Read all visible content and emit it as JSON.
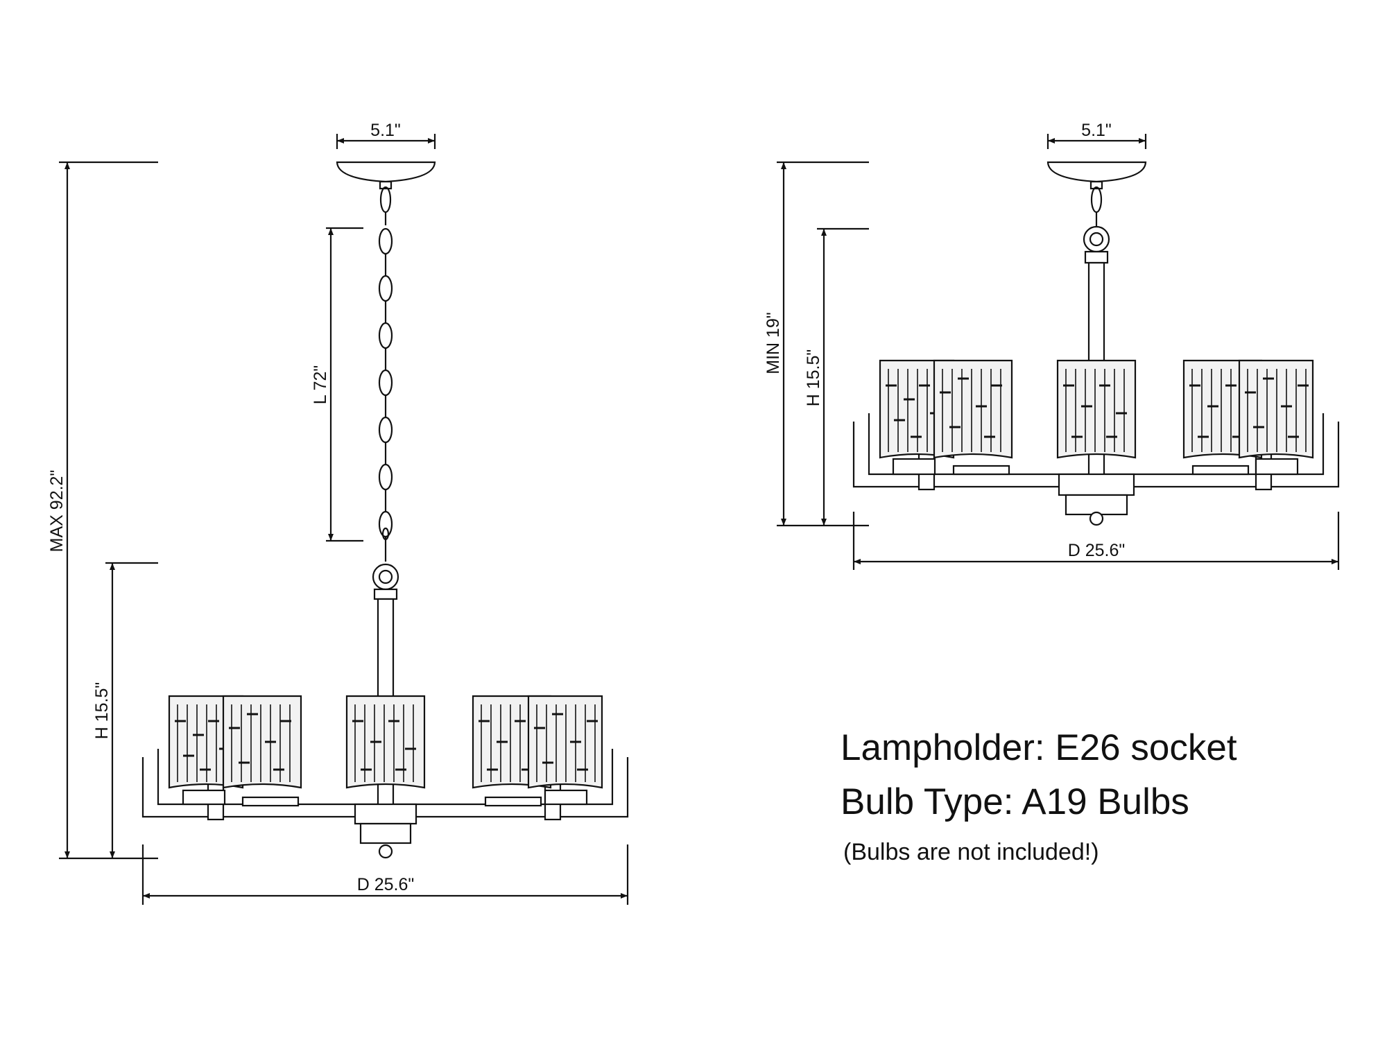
{
  "left_drawing": {
    "canopy_width": "5.1\"",
    "chain_length": "L 72\"",
    "max_height": "MAX 92.2\"",
    "fixture_height": "H 15.5\"",
    "diameter": "D 25.6\""
  },
  "right_drawing": {
    "canopy_width": "5.1\"",
    "min_height": "MIN 19\"",
    "fixture_height": "H 15.5\"",
    "diameter": "D 25.6\""
  },
  "specs": {
    "lampholder": "Lampholder: E26 socket",
    "bulb_type": "Bulb Type: A19 Bulbs",
    "note": "(Bulbs are not included!)"
  },
  "colors": {
    "line": "#111111",
    "background": "#ffffff",
    "shade_fill": "#f2f2f2"
  }
}
